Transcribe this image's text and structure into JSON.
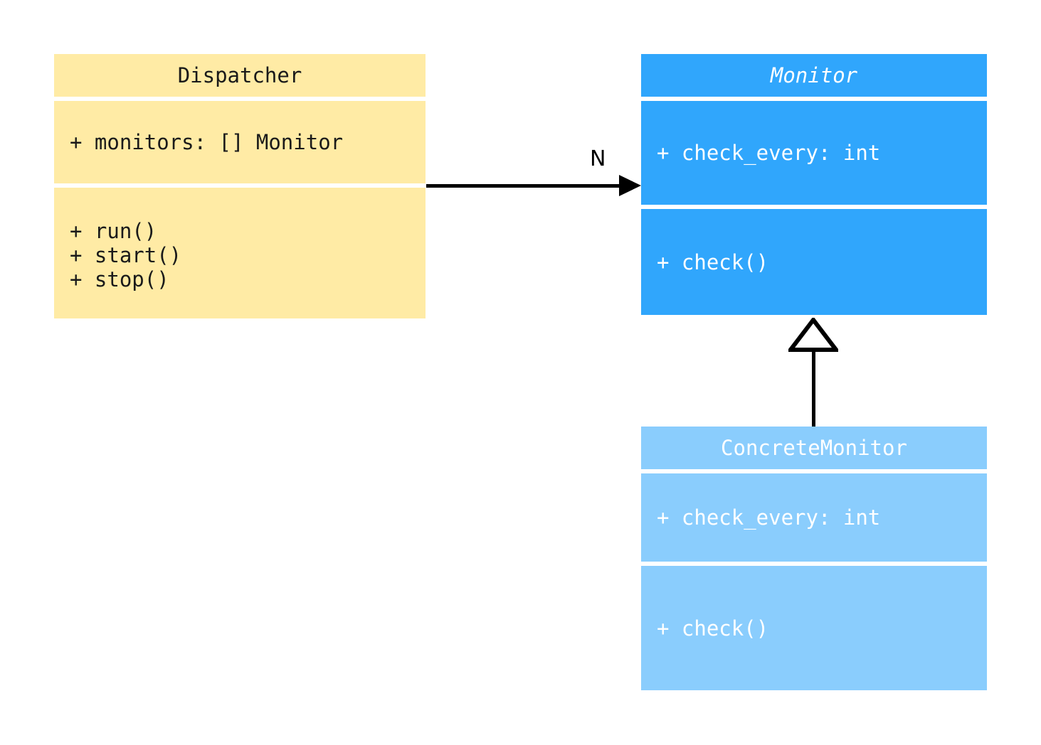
{
  "diagram": {
    "type": "uml-class-diagram",
    "background": "#ffffff",
    "classes": [
      {
        "id": "dispatcher",
        "name": "Dispatcher",
        "abstract": false,
        "color": "#ffeba5",
        "text_color": "#1a1a1a",
        "attributes": [
          "+ monitors: [] Monitor"
        ],
        "methods": [
          "+ run()",
          "+ start()",
          "+ stop()"
        ]
      },
      {
        "id": "monitor",
        "name": "Monitor",
        "abstract": true,
        "color": "#30a6fc",
        "text_color": "#ffffff",
        "attributes": [
          "+ check_every: int"
        ],
        "methods": [
          "+ check()"
        ]
      },
      {
        "id": "concrete_monitor",
        "name": "ConcreteMonitor",
        "abstract": false,
        "color": "#8acdfd",
        "text_color": "#ffffff",
        "attributes": [
          "+ check_every: int"
        ],
        "methods": [
          "+ check()"
        ]
      }
    ],
    "relationships": [
      {
        "id": "association",
        "kind": "association",
        "from": "Dispatcher",
        "to": "Monitor",
        "multiplicity": "N",
        "arrow": "solid-filled",
        "color": "#000000"
      },
      {
        "id": "generalization",
        "kind": "generalization",
        "from": "ConcreteMonitor",
        "to": "Monitor",
        "arrow": "hollow-triangle",
        "color": "#000000"
      }
    ]
  }
}
